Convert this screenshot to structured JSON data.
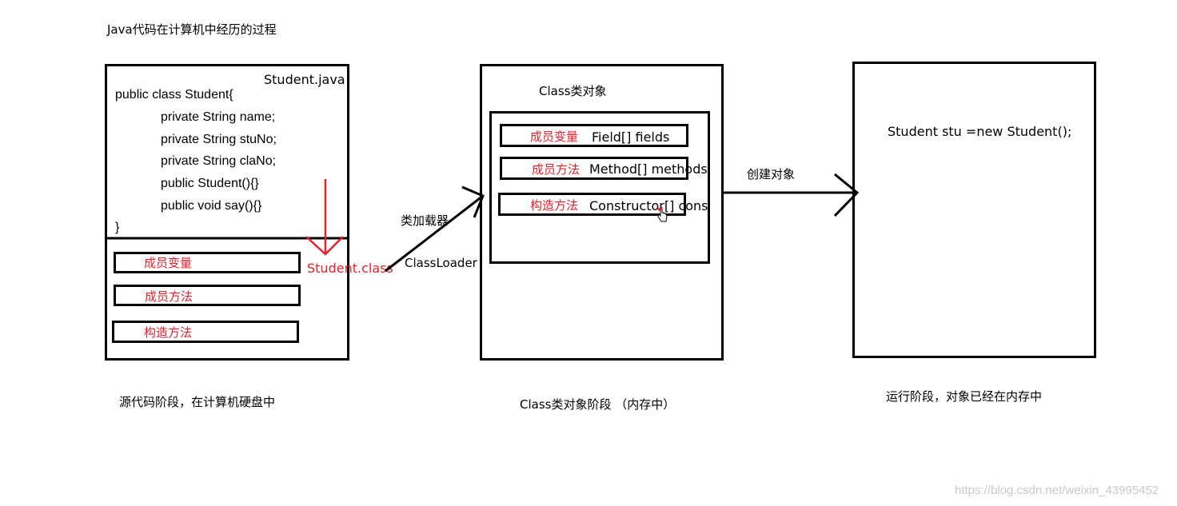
{
  "header": {
    "title": "Java代码在计算机中经历的过程"
  },
  "source_stage": {
    "file_name": "Student.java",
    "code_lines": [
      "public class Student{",
      "private String name;",
      "private String stuNo;",
      "private String claNo;",
      "public Student(){}",
      "public void say(){}",
      "}"
    ],
    "compiled_label": "Student.class",
    "members": [
      "成员变量",
      "成员方法",
      "构造方法"
    ],
    "caption": "源代码阶段，在计算机硬盘中"
  },
  "loader": {
    "label_cn": "类加载器",
    "label_en": "ClassLoader"
  },
  "class_stage": {
    "title": "Class类对象",
    "rows": [
      {
        "cn": "成员变量",
        "en": "Field[] fields"
      },
      {
        "cn": "成员方法",
        "en": "Method[] methods"
      },
      {
        "cn": "构造方法",
        "en": "Constructor[] cons"
      }
    ],
    "caption": "Class类对象阶段 （内存中）"
  },
  "create_object": {
    "label": "创建对象"
  },
  "runtime_stage": {
    "code": "Student stu =new Student();",
    "caption": "运行阶段，对象已经在内存中"
  },
  "watermark": "https://blog.csdn.net/weixin_43995452",
  "colors": {
    "accent_red": "#e8202a",
    "line": "#000000"
  },
  "icons": {
    "cursor": "hand-pointer-icon"
  }
}
